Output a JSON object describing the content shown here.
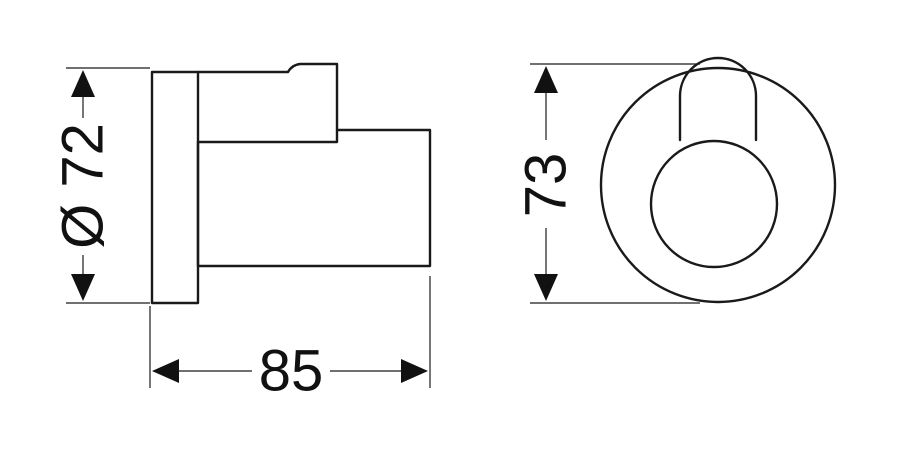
{
  "drawing": {
    "diameter_label": "Ø 72",
    "width_label": "85",
    "height_label": "73"
  }
}
